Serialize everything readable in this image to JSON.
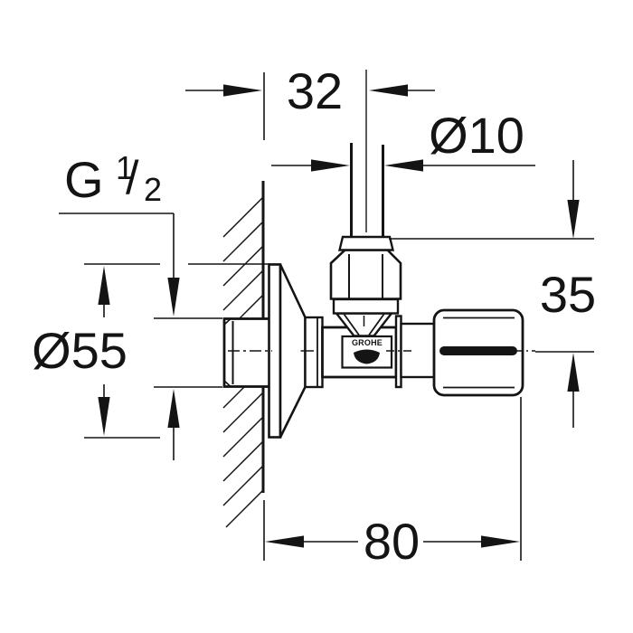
{
  "drawing": {
    "brand_label": "GROHE",
    "stroke_color": "#141414",
    "background_color": "#ffffff",
    "dimensions": {
      "offset_top": "32",
      "pipe_diameter": "Ø10",
      "thread_prefix": "G",
      "thread_numerator": "1",
      "thread_slash": "/",
      "thread_denominator": "2",
      "flange_diameter": "Ø55",
      "outlet_offset": "35",
      "depth": "80"
    }
  }
}
